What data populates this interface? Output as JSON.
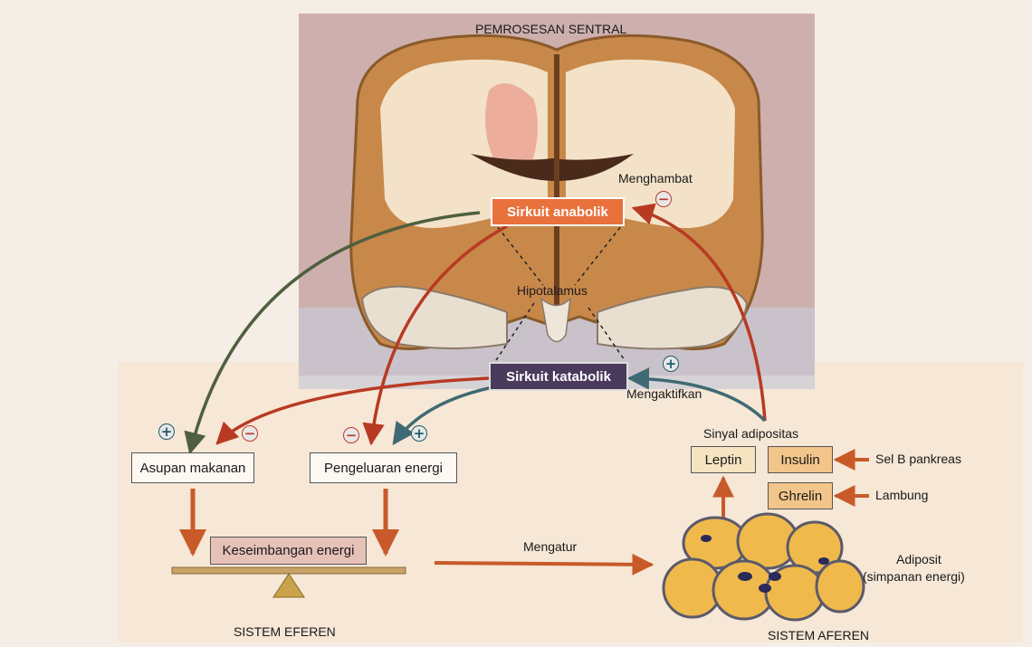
{
  "title": "PEMROSESAN SENTRAL",
  "circuits": {
    "anabolic": "Sirkuit anabolik",
    "catabolic": "Sirkuit katabolik"
  },
  "labels": {
    "hypothalamus": "Hipotalamus",
    "inhibit": "Menghambat",
    "activate": "Mengaktifkan",
    "adiposity_signals": "Sinyal adipositas",
    "regulate": "Mengatur",
    "adipocyte_line1": "Adiposit",
    "adipocyte_line2": "(simpanan energi)",
    "pancreas": "Sel B pankreas",
    "stomach": "Lambung",
    "efferent": "SISTEM EFEREN",
    "afferent": "SISTEM AFEREN"
  },
  "boxes": {
    "food_intake": "Asupan makanan",
    "energy_expenditure": "Pengeluaran energi",
    "energy_balance": "Keseimbangan energi",
    "leptin": "Leptin",
    "insulin": "Insulin",
    "ghrelin": "Ghrelin"
  },
  "signs": {
    "positive": "+",
    "negative": "−"
  },
  "colors": {
    "anabolic_fill": "#e8713c",
    "catabolic_fill": "#4a3b5c",
    "red_arrow": "#b83a22",
    "green_arrow": "#4f5f3f",
    "teal_arrow": "#3f6a73",
    "orange_arrow": "#c85a2a",
    "hormone_fill": "#f2c58a",
    "adipocyte_fill": "#f0b94c"
  }
}
